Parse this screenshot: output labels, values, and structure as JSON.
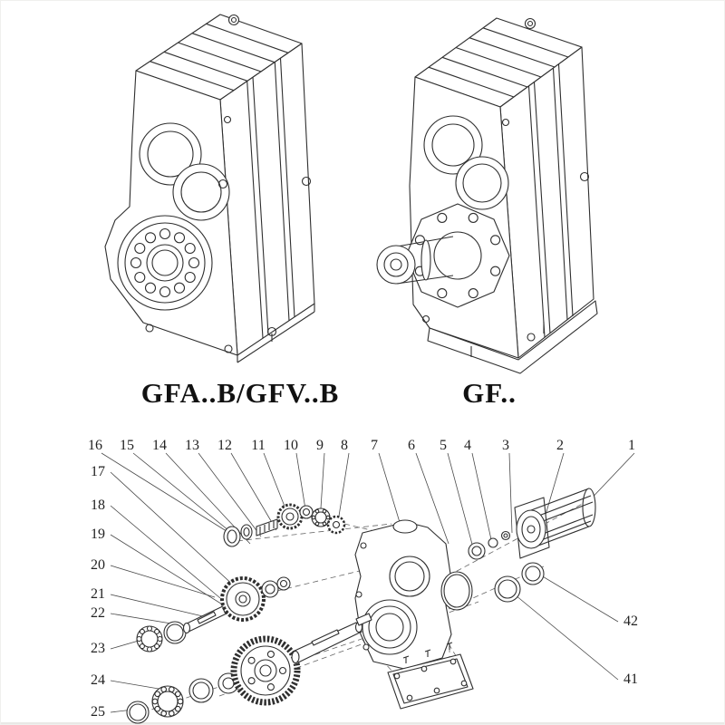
{
  "figures": {
    "left_label": "GFA..B/GFV..B",
    "right_label": "GF.."
  },
  "callouts": {
    "top_row": [
      "16",
      "15",
      "14",
      "13",
      "12",
      "11",
      "10",
      "9",
      "8",
      "7",
      "6",
      "5",
      "4",
      "3",
      "2",
      "1"
    ],
    "left_col": [
      "17",
      "18",
      "19",
      "20",
      "21",
      "22",
      "23",
      "24",
      "25"
    ],
    "right_col": [
      "42",
      "41"
    ]
  },
  "style": {
    "line_color": "#2f2f2f",
    "text_color": "#222222"
  }
}
